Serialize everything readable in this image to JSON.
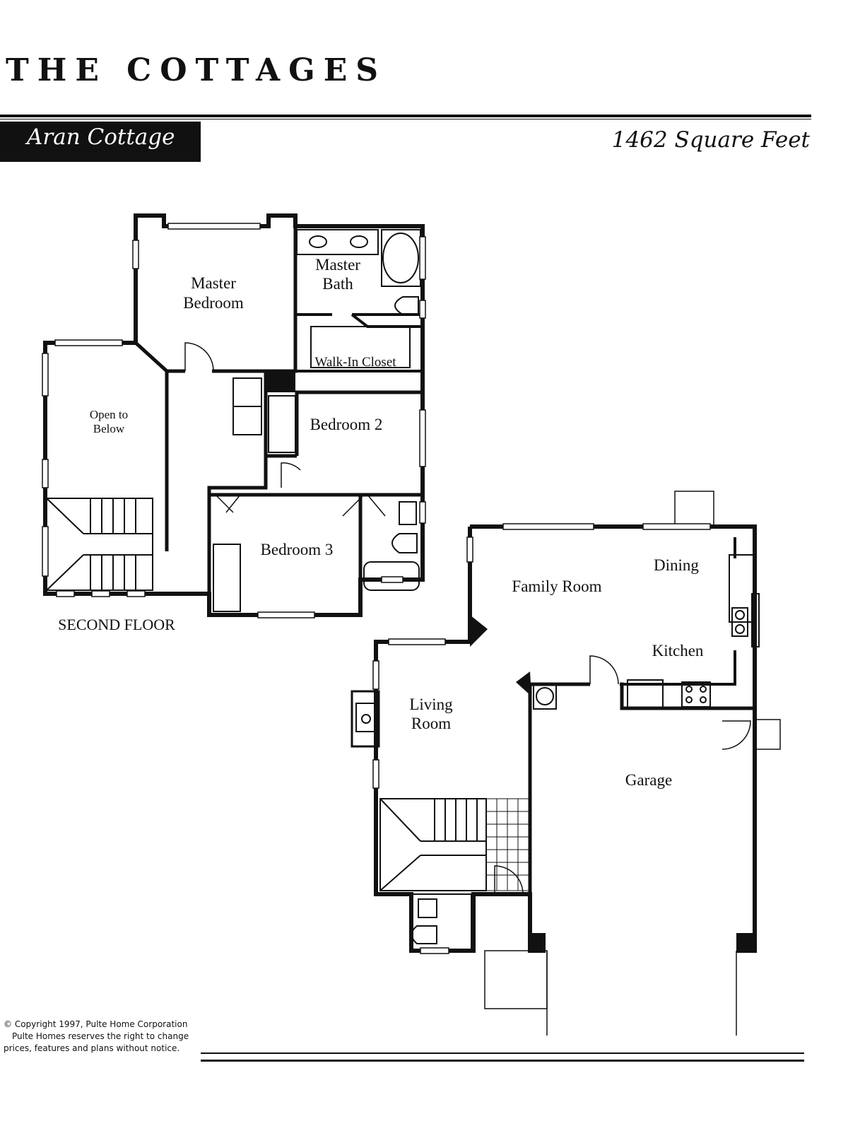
{
  "header": {
    "title": "THE COTTAGES",
    "model_name": "Aran Cottage",
    "square_feet": "1462 Square Feet"
  },
  "second_floor": {
    "caption": "SECOND FLOOR",
    "rooms": {
      "master_bedroom": [
        "Master",
        "Bedroom"
      ],
      "master_bath": [
        "Master",
        "Bath"
      ],
      "walk_in_closet": "Walk-In Closet",
      "open_to_below": [
        "Open to",
        "Below"
      ],
      "bedroom_2": "Bedroom 2",
      "bedroom_3": "Bedroom 3"
    }
  },
  "first_floor": {
    "rooms": {
      "family_room": "Family Room",
      "dining": "Dining",
      "kitchen": "Kitchen",
      "living_room": [
        "Living",
        "Room"
      ],
      "garage": "Garage"
    }
  },
  "footer": {
    "copyright_lines": [
      "© Copyright 1997, Pulte Home Corporation",
      "Pulte Homes reserves the right to change",
      "prices, features and plans without notice."
    ]
  }
}
